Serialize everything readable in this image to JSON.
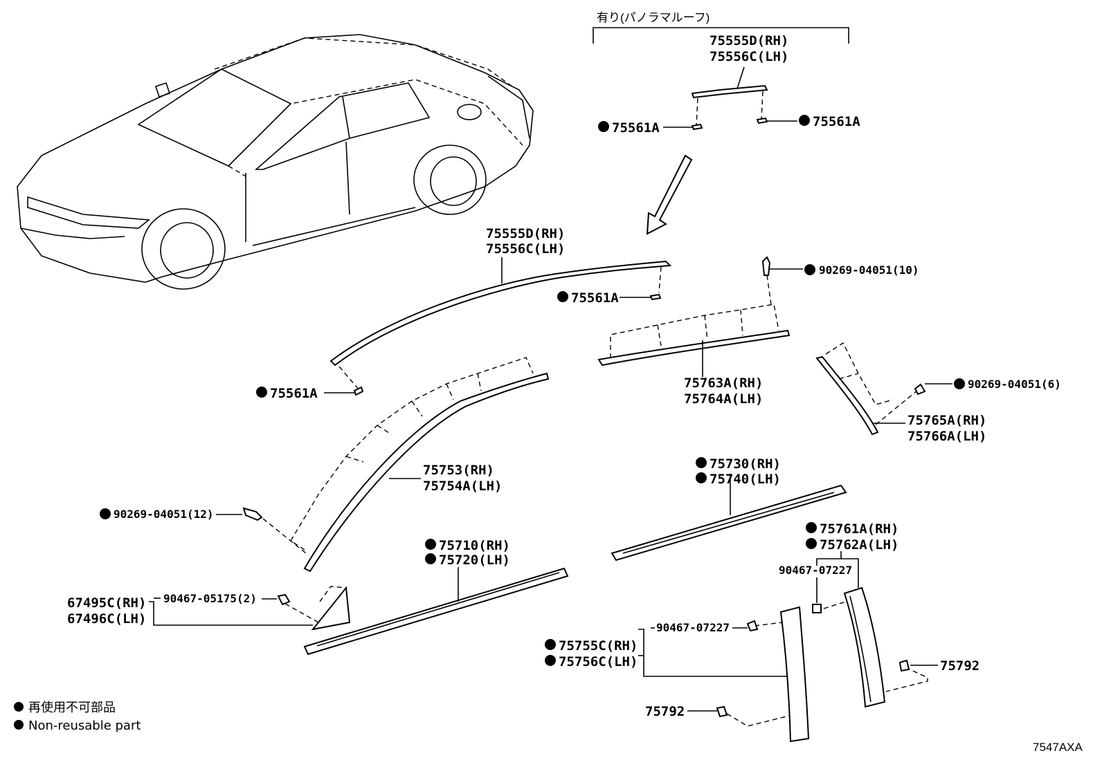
{
  "header": {
    "option_note": "有り(パノラマルーフ)"
  },
  "parts": {
    "roof_rh_top": "75555D(RH)",
    "roof_lh_top": "75556C(LH)",
    "roof_rh_mid": "75555D(RH)",
    "roof_lh_mid": "75556C(LH)",
    "clip_75561a_1": "75561A",
    "clip_75561a_2": "75561A",
    "clip_75561a_3": "75561A",
    "clip_75561a_4": "75561A",
    "clip_90269_10": "90269-04051(10)",
    "clip_90269_6": "90269-04051(6)",
    "clip_90269_12": "90269-04051(12)",
    "rear_upper_rh": "75763A(RH)",
    "rear_upper_lh": "75764A(LH)",
    "quarter_rh": "75765A(RH)",
    "quarter_lh": "75766A(LH)",
    "front_upper_rh": "75753(RH)",
    "front_upper_lh": "75754A(LH)",
    "rear_belt_rh": "75730(RH)",
    "rear_belt_lh": "75740(LH)",
    "front_belt_rh": "75710(RH)",
    "front_belt_lh": "75720(LH)",
    "rear_pillar_rh": "75761A(RH)",
    "rear_pillar_lh": "75762A(LH)",
    "screw_07227_a": "90467-07227",
    "screw_07227_b": "90467-07227",
    "mirror_cover_rh": "67495C(RH)",
    "mirror_cover_lh": "67496C(LH)",
    "screw_05175": "90467-05175(2)",
    "front_pillar_rh": "75755C(RH)",
    "front_pillar_lh": "75756C(LH)",
    "clip_75792_a": "75792",
    "clip_75792_b": "75792"
  },
  "legend": {
    "note_jp": "再使用不可部品",
    "note_en": "Non-reusable part"
  },
  "footer": {
    "diagram_code": "7547AXA"
  }
}
